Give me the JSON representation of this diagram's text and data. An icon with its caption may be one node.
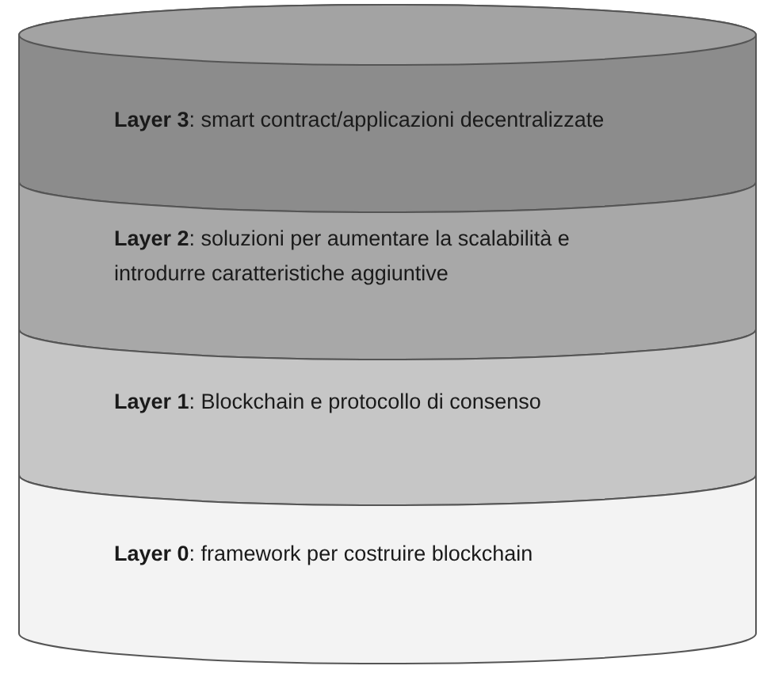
{
  "diagram": {
    "nodes": [
      {
        "text": [
          "**Layer 3**: smart contract/applicazioni decentralizzate"
        ]
      },
      {
        "text": [
          "**Layer 2**: soluzioni per aumentare la scalabilità e introdurre caratteristiche aggiuntive"
        ]
      },
      {
        "text": [
          "**Layer 1**: Blockchain e protocollo di consenso"
        ]
      },
      {
        "text": [
          "**Layer 0**: framework per costruire blockchain"
        ]
      }
    ]
  }
}
